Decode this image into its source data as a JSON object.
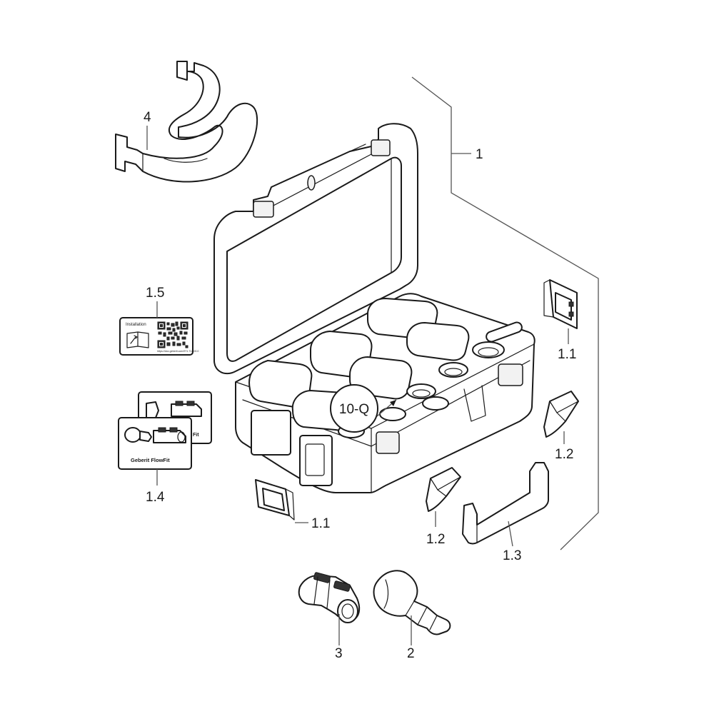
{
  "labels": {
    "l1": "1",
    "l11a": "1.1",
    "l11b": "1.1",
    "l12a": "1.2",
    "l12b": "1.2",
    "l13": "1.3",
    "l14": "1.4",
    "l15": "1.5",
    "l2": "2",
    "l3": "3",
    "l4": "4",
    "l10q": "10-Q"
  },
  "card_installation": {
    "title": "Installation",
    "url": "https://doc.geberit.com/971.714.00.0"
  },
  "card_flowfit": {
    "brand": "Geberit FlowFit",
    "back_fragment": "Fit"
  }
}
